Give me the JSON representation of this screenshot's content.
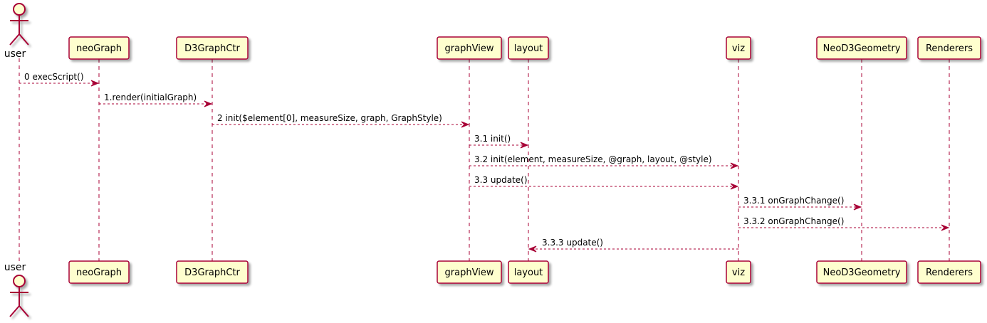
{
  "colors": {
    "box_fill": "#FEFECE",
    "box_stroke": "#A80036",
    "lifeline": "#A80036",
    "arrow": "#A80036",
    "text": "#000000"
  },
  "actor": {
    "name": "user",
    "icon": "stick-figure-icon"
  },
  "participants": [
    "neoGraph",
    "D3GraphCtr",
    "graphView",
    "layout",
    "viz",
    "NeoD3Geometry",
    "Renderers"
  ],
  "messages": [
    {
      "label": "0 execScript()",
      "from": "user",
      "to": "neoGraph"
    },
    {
      "label": "1.render(initialGraph)",
      "from": "neoGraph",
      "to": "D3GraphCtr"
    },
    {
      "label": "2 init($element[0], measureSize, graph, GraphStyle)",
      "from": "D3GraphCtr",
      "to": "graphView"
    },
    {
      "label": "3.1 init()",
      "from": "graphView",
      "to": "layout"
    },
    {
      "label": "3.2 init(element, measureSize, @graph, layout, @style)",
      "from": "graphView",
      "to": "viz"
    },
    {
      "label": "3.3 update()",
      "from": "graphView",
      "to": "viz"
    },
    {
      "label": "3.3.1 onGraphChange()",
      "from": "viz",
      "to": "NeoD3Geometry"
    },
    {
      "label": "3.3.2 onGraphChange()",
      "from": "viz",
      "to": "Renderers"
    },
    {
      "label": "3.3.3 update()",
      "from": "viz",
      "to": "layout"
    }
  ]
}
